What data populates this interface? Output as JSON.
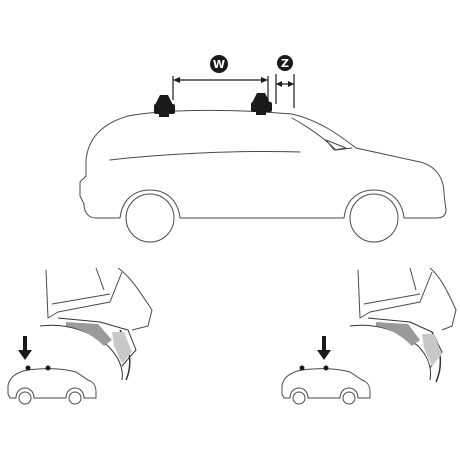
{
  "diagram": {
    "dimension_labels": {
      "w": "W",
      "z": "Z"
    },
    "colors": {
      "outline": "#4a4a4a",
      "ink": "#1a1a1a",
      "shade": "#9a9a9a",
      "light_shade": "#c8c8c8",
      "background": "#ffffff"
    },
    "components": {
      "main_car": "car-side-outline",
      "foot_front": "roof-foot-front",
      "foot_rear": "roof-foot-rear",
      "left_detail": "door-frame-detail-left",
      "right_detail": "door-frame-detail-right",
      "left_small_car": "small-car-front-indicator",
      "right_small_car": "small-car-rear-indicator",
      "arrows": "down-arrow-icon"
    }
  }
}
